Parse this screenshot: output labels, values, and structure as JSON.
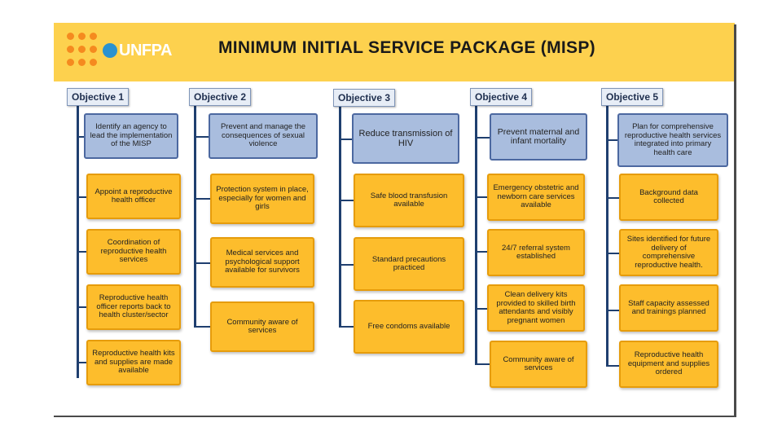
{
  "header": {
    "brand": "UNFPA",
    "title": "MINIMUM INITIAL SERVICE PACKAGE (MISP)",
    "colors": {
      "band": "#fdd14e",
      "logo_dots": "#f58a1f",
      "globe": "#2a92d0"
    }
  },
  "objectives": [
    {
      "label": "Objective 1",
      "goal": "Identify an agency to lead the implementation of the MISP",
      "items": [
        "Appoint a reproductive health officer",
        "Coordination of reproductive health services",
        "Reproductive health officer reports back to health cluster/sector",
        "Reproductive health kits and supplies are made available"
      ]
    },
    {
      "label": "Objective 2",
      "goal": "Prevent and manage the consequences of sexual violence",
      "items": [
        "Protection system in place, especially for women and girls",
        "Medical services and psychological support available for survivors",
        "Community aware of services"
      ]
    },
    {
      "label": "Objective 3",
      "goal": "Reduce transmission of HIV",
      "items": [
        "Safe blood transfusion available",
        "Standard precautions practiced",
        "Free condoms available"
      ]
    },
    {
      "label": "Objective 4",
      "goal": "Prevent maternal and infant mortality",
      "items": [
        "Emergency obstetric and newborn care services available",
        "24/7 referral system established",
        "Clean delivery kits provided to skilled birth attendants and visibly pregnant women",
        "Community aware of services"
      ]
    },
    {
      "label": "Objective 5",
      "goal": "Plan for comprehensive reproductive health services integrated into primary health care",
      "items": [
        "Background data collected",
        "Sites identified for future delivery of comprehensive reproductive health.",
        "Staff capacity assessed and trainings planned",
        "Reproductive health equipment and supplies ordered"
      ]
    }
  ]
}
